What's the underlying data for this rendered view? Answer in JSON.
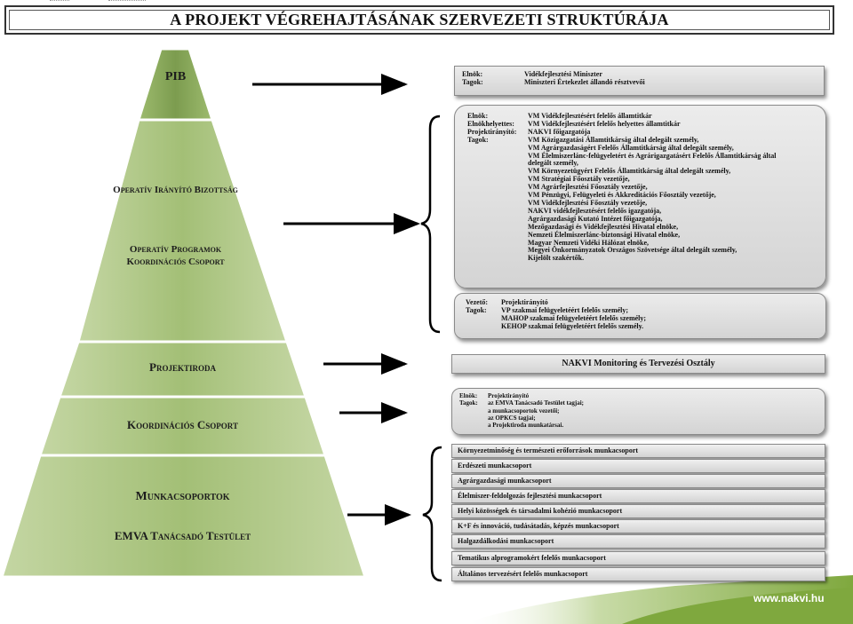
{
  "title": "A PROJEKT VÉGREHAJTÁSÁNAK SZERVEZETI STRUKTÚRÁJA",
  "pyramid": {
    "pib": "PIB",
    "oib": "Operatív Irányító Bizottság",
    "opkcs": "Operatív Programok Koordinációs Csoport",
    "projektiroda": "Projektiroda",
    "koordinacios": "Koordinációs Csoport",
    "munkacsoportok": "Munkacsoportok",
    "emva": "EMVA Tanácsadó Testület"
  },
  "pib_box": {
    "rows": [
      {
        "key": "Elnök:",
        "value": "Vidékfejlesztési Miniszter"
      },
      {
        "key": "Tagok:",
        "value": "Miniszteri Értekezlet állandó résztvevői"
      }
    ]
  },
  "oib_box": {
    "rows": [
      {
        "key": "Elnök:",
        "value": "VM Vidékfejlesztésért felelős államtitkár"
      },
      {
        "key": "Elnökhelyettes:",
        "value": "VM Vidékfejlesztésért felelős helyettes államtitkár"
      },
      {
        "key": "Projektirányító:",
        "value": "NAKVI főigazgatója"
      },
      {
        "key": "Tagok:",
        "value": "VM Közigazgatási Államtitkárság által delegált személy,"
      },
      {
        "key": "",
        "value": "VM Agrárgazdaságért Felelős Államtitkárság által delegált személy,"
      },
      {
        "key": "",
        "value": "VM Élelmiszerlánc-felügyeletért és Agrárigazgatásért Felelős Államtitkárság által"
      },
      {
        "key": "",
        "value": "delegált személy,"
      },
      {
        "key": "",
        "value": "VM Környezetügyért Felelős Államtitkárság által delegált személy,"
      },
      {
        "key": "",
        "value": "VM Stratégiai Főosztály vezetője,"
      },
      {
        "key": "",
        "value": "VM Agrárfejlesztési Főosztály vezetője,"
      },
      {
        "key": "",
        "value": "VM Pénzügyi, Felügyeleti és Akkreditációs Főosztály vezetője,"
      },
      {
        "key": "",
        "value": "VM Vidékfejlesztési Főosztály vezetője,"
      },
      {
        "key": "",
        "value": "NAKVI vidékfejlesztésért felelős igazgatója,"
      },
      {
        "key": "",
        "value": "Agrárgazdasági Kutató Intézet főigazgatója,"
      },
      {
        "key": "",
        "value": "Mezőgazdasági és Vidékfejlesztési Hivatal elnöke,"
      },
      {
        "key": "",
        "value": "Nemzeti Élelmiszerlánc-biztonsági Hivatal elnöke,"
      },
      {
        "key": "",
        "value": "Magyar Nemzeti Vidéki Hálózat elnöke,"
      },
      {
        "key": "",
        "value": "Megyei Önkormányzatok Országos Szövetsége által delegált személy,"
      },
      {
        "key": "",
        "value": "Kijelölt szakértők."
      }
    ]
  },
  "opkcs_box": {
    "rows": [
      {
        "key": "Vezető:",
        "value": "Projektirányító"
      },
      {
        "key": "Tagok:",
        "value": "VP szakmai felügyeletéért felelős személy;"
      },
      {
        "key": "",
        "value": "MAHOP szakmai felügyeletéért felelős személy;"
      },
      {
        "key": "",
        "value": "KEHOP szakmai felügyeletéért felelős személy."
      }
    ]
  },
  "projektiroda_box": "NAKVI Monitoring és Tervezési Osztály",
  "koord_box": {
    "rows": [
      {
        "key": "Elnök:",
        "value": "Projektirányító"
      },
      {
        "key": "Tagok:",
        "value": "az EMVA Tanácsadó Testület tagjai;"
      },
      {
        "key": "",
        "value": "a munkacsoportok vezetői;"
      },
      {
        "key": "",
        "value": "az OPKCS tagjai;"
      },
      {
        "key": "",
        "value": "a Projektiroda munkatársai."
      }
    ]
  },
  "workgroups": [
    "Környezetminőség és természeti erőforrások munkacsoport",
    "Erdészeti munkacsoport",
    "Agrárgazdasági munkacsoport",
    "Élelmiszer-feldolgozás fejlesztési munkacsoport",
    "Helyi közösségek és társadalmi kohézió munkacsoport",
    "K+F és innováció, tudásátadás, képzés munkacsoport",
    "Halgazdálkodási munkacsoport",
    "Tematikus alprogramokért felelős munkacsoport",
    "Általános tervezésért felelős munkacsoport"
  ],
  "url": "www.nakvi.hu",
  "colors": {
    "pyramid_light": "#b3ca8c",
    "pyramid_dark": "#7d9e52",
    "footer_green": "#7fa83e",
    "box_gray": "#d9d9d9"
  }
}
